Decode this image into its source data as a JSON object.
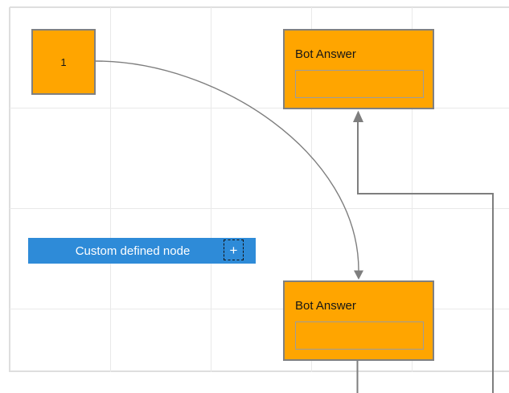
{
  "colors": {
    "node-orange": "#FFA500",
    "node-border": "#808080",
    "inner-border": "#9c9c9c",
    "node-blue": "#2E8BD8",
    "connector": "#7e7e7e",
    "grid-line": "#e9e9e9",
    "page-edge": "#dedede",
    "canvas-bg": "#ffffff",
    "label-dark": "#161616",
    "label-light": "#ffffff"
  },
  "nodes": {
    "start": {
      "label": "1"
    },
    "bot_answer_top": {
      "title": "Bot Answer",
      "field_value": ""
    },
    "bot_answer_bottom": {
      "title": "Bot Answer",
      "field_value": ""
    },
    "custom": {
      "label": "Custom defined node"
    }
  },
  "icons": {
    "add": "+"
  }
}
